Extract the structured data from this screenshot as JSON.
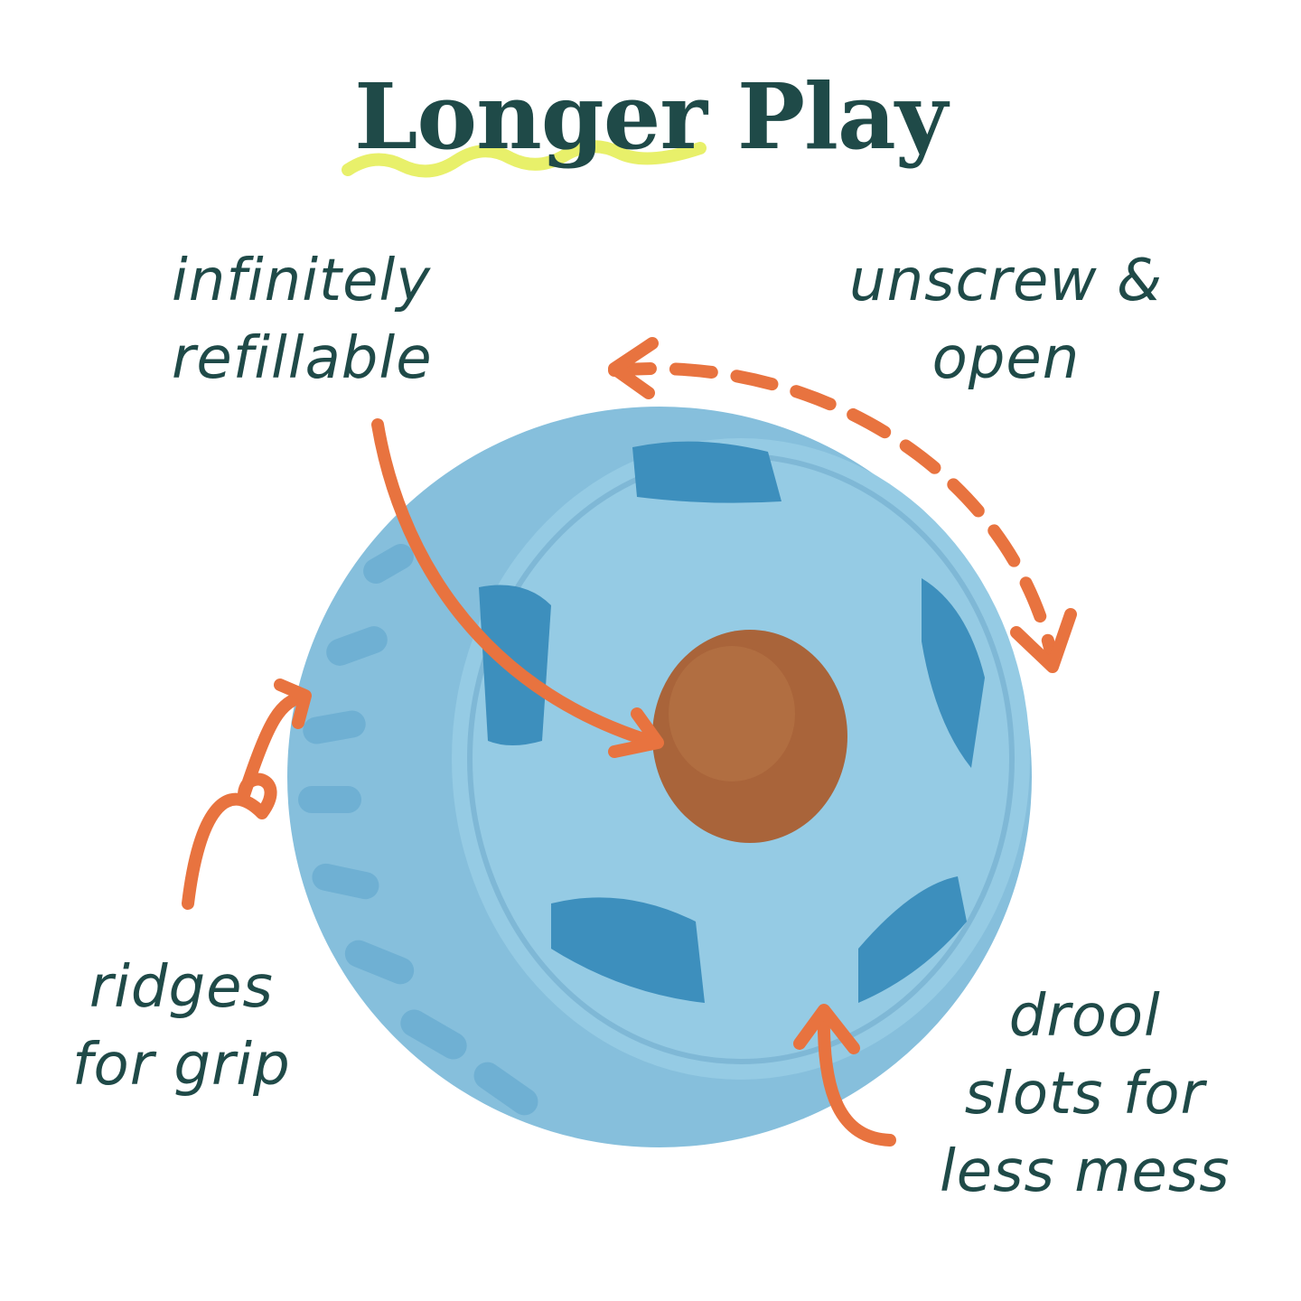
{
  "title": "Longer Play",
  "labels": {
    "refillable": [
      "infinitely",
      "refillable"
    ],
    "unscrew": [
      "unscrew &",
      "open"
    ],
    "ridges": [
      "ridges",
      "for grip"
    ],
    "drool": [
      "drool",
      "slots for",
      "less mess"
    ]
  },
  "colors": {
    "text": "#1f4a48",
    "arrow": "#e8733f",
    "ball": "#8cc4df",
    "ball_shadow": "#5fa6cc",
    "treat": "#a9643a",
    "underline": "#e8f06a"
  }
}
